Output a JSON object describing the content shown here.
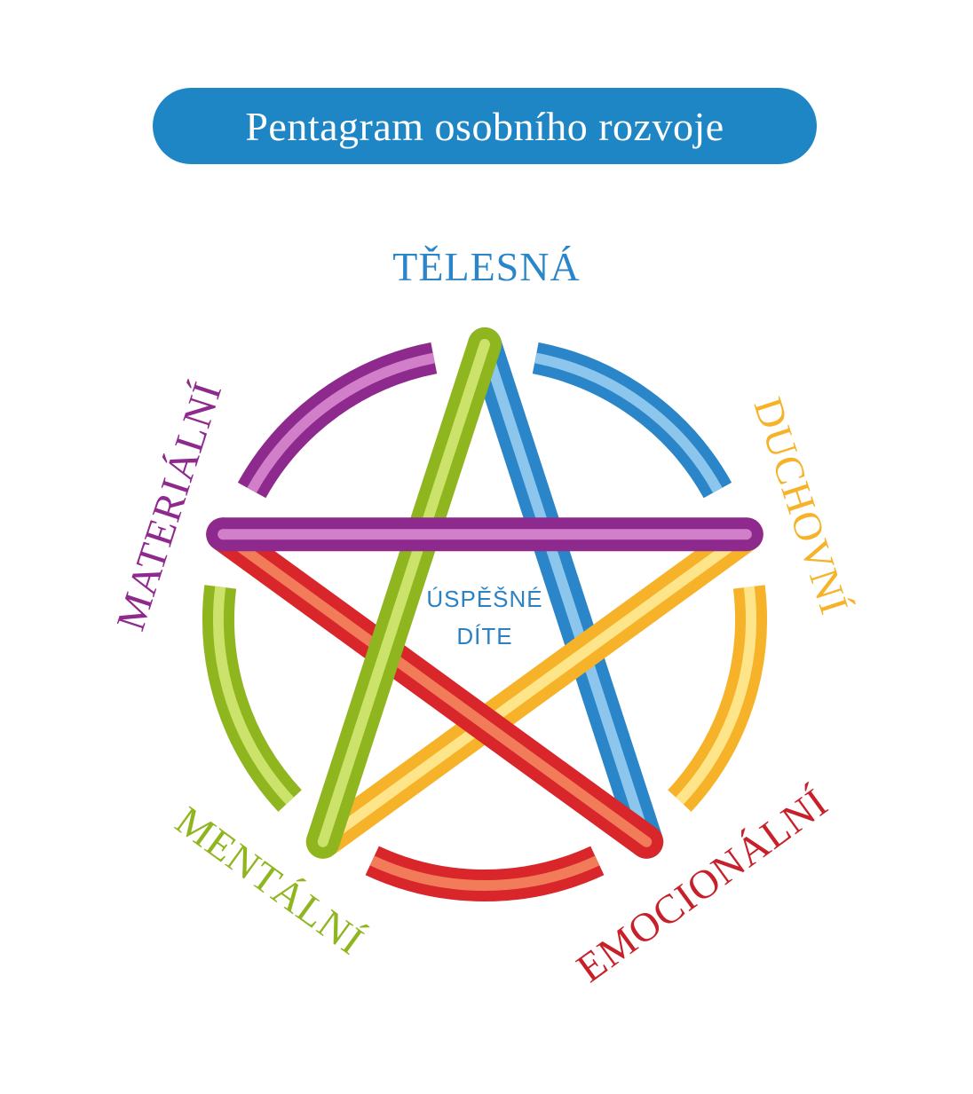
{
  "title": "Pentagram osobního rozvoje",
  "center": {
    "line1": "ÚSPĚŠNÉ",
    "line2": "DÍTE",
    "color": "#2a82c4"
  },
  "dimensions": [
    {
      "id": "telesna",
      "label": "TĚLESNÁ",
      "color": "#2a86c8",
      "light": "#8cc6ec"
    },
    {
      "id": "duchovni",
      "label": "DUCHOVNÍ",
      "color": "#f6b32a",
      "light": "#ffe58a"
    },
    {
      "id": "emocionalni",
      "label": "EMOCIONÁLNÍ",
      "color": "#d8262a",
      "light": "#f27b5a"
    },
    {
      "id": "mentalni",
      "label": "MENTÁLNÍ",
      "color": "#8fb51f",
      "light": "#cbe36a"
    },
    {
      "id": "materialni",
      "label": "MATERIÁLNÍ",
      "color": "#8e2a8e",
      "light": "#d17fc9"
    }
  ]
}
